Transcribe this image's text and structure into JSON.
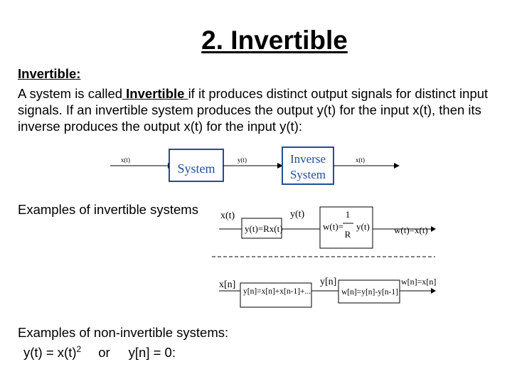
{
  "slide": {
    "title": "2. Invertible",
    "heading": "Invertible:",
    "def_before": "A system is called",
    "def_term": " Invertible ",
    "def_after": "if it produces distinct output signals for distinct input signals. If an invertible system produces the output y(t) for the input x(t), then its inverse produces the output x(t) for the input y(t):",
    "examples_invertible": "Examples of invertible systems",
    "examples_noninvertible": "Examples of non-invertible systems:",
    "noninv_eq1": "y(t) = x(t)",
    "noninv_eq1_sup": "2",
    "noninv_or": "or",
    "noninv_eq2": "y[n] = 0:"
  },
  "block_diagram": {
    "input_label": "x(t)",
    "system_label": "System",
    "middle_label": "y(t)",
    "inverse_label_line1": "Inverse",
    "inverse_label_line2": "System",
    "output_label": "x(t)",
    "box_color": "#1f4e9a"
  },
  "example_continuous": {
    "input": "x(t)",
    "system_eq": "y(t)=Rx(t)",
    "middle": "y(t)",
    "inverse_eq_lhs": "w(t)=",
    "inverse_num": "1",
    "inverse_den": "R",
    "inverse_eq_rhs": "y(t)",
    "output": "w(t)=x(t)"
  },
  "example_discrete": {
    "input": "x[n]",
    "system_eq": "y[n]=x[n]+x[n-1]+...",
    "middle": "y[n]",
    "inverse_eq": "w[n]=y[n]-y[n-1]",
    "output": "w[n]=x[n]"
  }
}
